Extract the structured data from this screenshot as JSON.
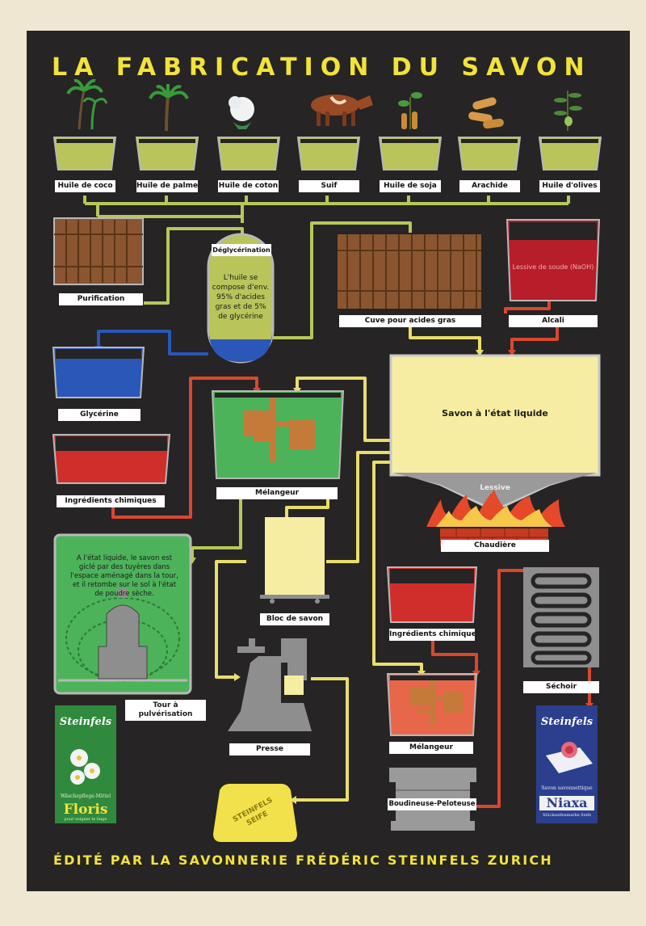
{
  "title": "LA FABRICATION DU SAVON",
  "footer": "ÉDITÉ PAR LA SAVONNERIE FRÉDÉRIC STEINFELS ZURICH",
  "sources": [
    "Huile de coco",
    "Huile de palme",
    "Huile de coton",
    "Suif",
    "Huile de soja",
    "Arachide",
    "Huile d'olives"
  ],
  "stations": {
    "purification": "Purification",
    "deglycerination": "Déglycérination",
    "deglycerination_note": "L'huile se compose d'env. 95% d'acides gras et de 5% de glycérine",
    "fatty_acid_vat": "Cuve pour acides gras",
    "lye": "Lessive de soude (NaOH)",
    "alkali": "Alcali",
    "glycerine": "Glycérine",
    "chemicals_1": "Ingrédients chimiques",
    "mixer_1": "Mélangeur",
    "liquid_soap": "Savon à l'état liquide",
    "lye_bottom": "Lessive",
    "boiler": "Chaudière",
    "spray_text": "A l'état liquide, le savon est giclé par des tuyères dans l'espace aménagé dans la tour, et il retombe sur le sol à l'état de poudre sèche.",
    "spray_tower": "Tour à pulvérisation",
    "soap_block": "Bloc de savon",
    "press": "Presse",
    "chemicals_2": "Ingrédients chimiques",
    "dryer": "Séchoir",
    "mixer_2": "Mélangeur",
    "extruder": "Boudineuse-Peloteuse",
    "soap_bar": "STEINFELS SEIFE"
  },
  "products": {
    "floris": {
      "brand": "Steinfels",
      "subtitle": "Wäschepflege-Mittel",
      "name": "Floris",
      "tagline": "pour soigner le linge"
    },
    "niaxa": {
      "brand": "Steinfels",
      "subtitle": "Savon savonnettique",
      "name": "Niaxa",
      "tagline": "Stückseifenmarke Seife"
    }
  },
  "colors": {
    "background": "#262424",
    "title": "#f2e23a",
    "oil": "#b9c45a",
    "pipe_green": "#b5c85a",
    "pipe_yellow": "#e9dd6c",
    "pipe_red": "#d9482e",
    "pipe_blue": "#2a57b8",
    "soap": "#f6eda2"
  }
}
